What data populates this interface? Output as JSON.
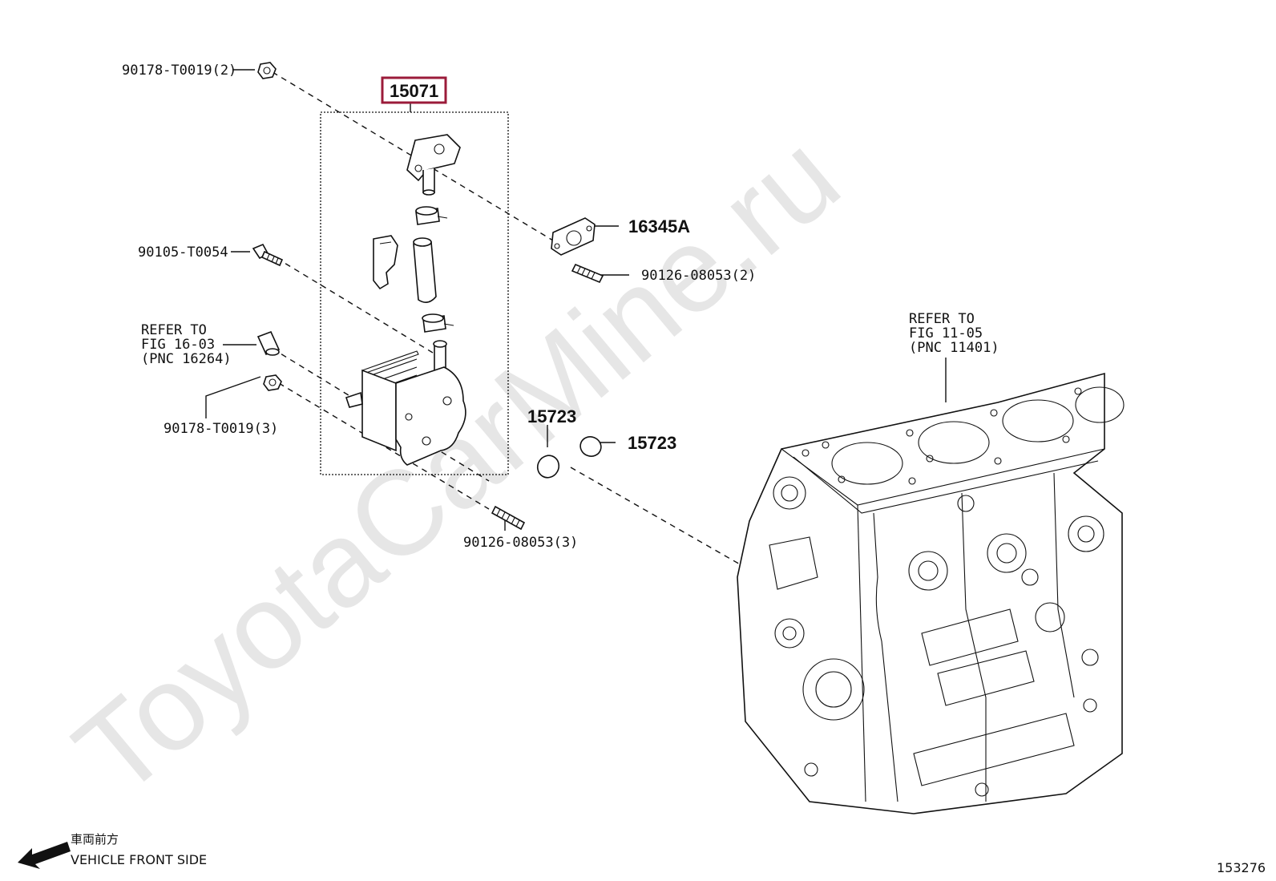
{
  "watermark": "ToyotaCarMine.ru",
  "highlight_color": "#9b1b3a",
  "labels": {
    "bolt_top": "90178-T0019(2)",
    "main_assembly": "15071",
    "gasket": "16345A",
    "stud_right": "90126-08053(2)",
    "bolt_left": "90105-T0054",
    "refer_left_1": "REFER TO",
    "refer_left_2": "FIG 16-03",
    "refer_left_3": "(PNC 16264)",
    "nut_left": "90178-T0019(3)",
    "oring_1": "15723",
    "oring_2": "15723",
    "stud_bottom": "90126-08053(3)",
    "refer_right_1": "REFER TO",
    "refer_right_2": "FIG 11-05",
    "refer_right_3": "(PNC 11401)"
  },
  "footer": {
    "direction_jp": "車両前方",
    "direction_en": "VEHICLE FRONT SIDE",
    "figure_number": "153276"
  },
  "icons": {
    "direction_arrow": "arrow-left-down-icon"
  }
}
